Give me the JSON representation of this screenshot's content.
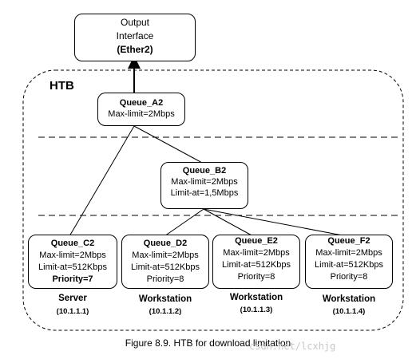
{
  "output_interface": {
    "line1": "Output",
    "line2": "Interface",
    "line3": "(Ether2)"
  },
  "htb_label": "HTB",
  "queues": {
    "a2": {
      "name": "Queue_A2",
      "max": "Max-limit=2Mbps"
    },
    "b2": {
      "name": "Queue_B2",
      "max": "Max-limit=2Mbps",
      "limit": "Limit-at=1,5Mbps"
    },
    "c2": {
      "name": "Queue_C2",
      "max": "Max-limit=2Mbps",
      "limit": "Limit-at=512Kbps",
      "priority": "Priority=7"
    },
    "d2": {
      "name": "Queue_D2",
      "max": "Max-limit=2Mbps",
      "limit": "Limit-at=512Kbps",
      "priority": "Priority=8"
    },
    "e2": {
      "name": "Queue_E2",
      "max": "Max-limit=2Mbps",
      "limit": "Limit-at=512Kbps",
      "priority": "Priority=8"
    },
    "f2": {
      "name": "Queue_F2",
      "max": "Max-limit=2Mbps",
      "limit": "Limit-at=512Kbps",
      "priority": "Priority=8"
    }
  },
  "hosts": {
    "c2": {
      "label": "Server",
      "ip": "(10.1.1.1)"
    },
    "d2": {
      "label": "Workstation",
      "ip": "(10.1.1.2)"
    },
    "e2": {
      "label": "Workstation",
      "ip": "(10.1.1.3)"
    },
    "f2": {
      "label": "Workstation",
      "ip": "(10.1.1.4)"
    }
  },
  "caption": "Figure 8.9. HTB for download limitation",
  "watermark": "csdn.net/lcxhjg"
}
